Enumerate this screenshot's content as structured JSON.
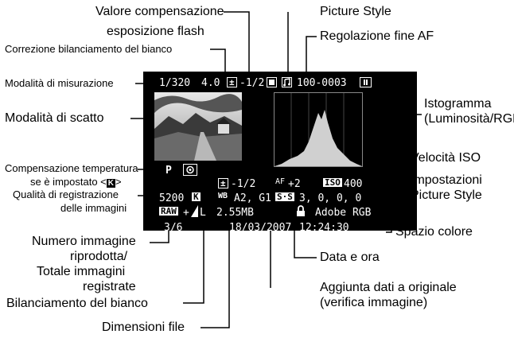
{
  "callouts": {
    "flash_comp_1": "Valore compensazione",
    "flash_comp_2": "esposizione flash",
    "wb_correction": "Correzione bilanciamento del bianco",
    "metering": "Modalità di misurazione",
    "shooting_mode": "Modalità di scatto",
    "color_temp_1": "Compensazione temperatura",
    "color_temp_2_pre": "se è impostato <",
    "color_temp_2_icon": "K",
    "color_temp_2_post": ">",
    "quality_1": "Qualità di registrazione",
    "quality_2": "delle immagini",
    "image_number_1": "Numero immagine",
    "image_number_2": "riprodotta/",
    "image_number_3": "Totale immagini",
    "image_number_4": "registrate",
    "white_balance": "Bilanciamento del bianco",
    "file_size": "Dimensioni file",
    "picture_style": "Picture Style",
    "af_fine": "Regolazione fine AF",
    "histogram_1": "Istogramma",
    "histogram_2": "(Luminosità/RGB)",
    "iso_speed": "Velocità ISO",
    "ps_settings_1": "Impostazioni",
    "ps_settings_2": "Picture Style",
    "color_space": "Spazio colore",
    "date_time": "Data e ora",
    "verification_1": "Aggiunta dati a originale",
    "verification_2": "(verifica immagine)"
  },
  "screen": {
    "shutter": "1/320",
    "aperture": "4.0",
    "exp_comp_icon": "±",
    "exp_comp": "-1/2",
    "folder_file": "100-0003",
    "shoot_mode": "P",
    "flash_comp": "-1/2",
    "af_adjust": "+2",
    "iso_badge": "ISO",
    "iso": "400",
    "color_temp": "5200",
    "k_icon": "K",
    "wb_shift": "A2, G1",
    "ps_values": "3, 0, 0, 0",
    "raw_badge": "RAW",
    "quality_plus": "+",
    "quality_size": "L",
    "file_size": "2.55MB",
    "color_space": "Adobe RGB",
    "image_count": "3/6",
    "date": "18/03/2007",
    "time": "12:24:30"
  },
  "colors": {
    "screen_bg": "#000000",
    "screen_text": "#ffffff",
    "lines": "#000000"
  }
}
